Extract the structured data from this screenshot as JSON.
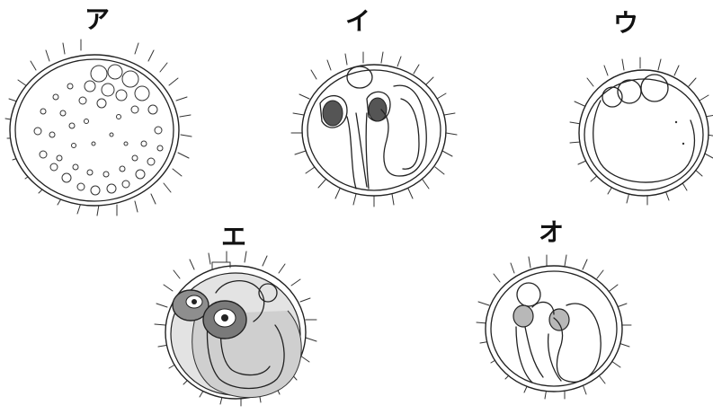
{
  "labels": {
    "a": "ア",
    "b": "イ",
    "c": "ウ",
    "d": "エ",
    "e": "オ"
  },
  "colors": {
    "line": "#222222",
    "dark_fill": "#555555",
    "mid_fill": "#9a9a9a",
    "light_fill": "#d8d8d8",
    "background": "#ffffff"
  }
}
